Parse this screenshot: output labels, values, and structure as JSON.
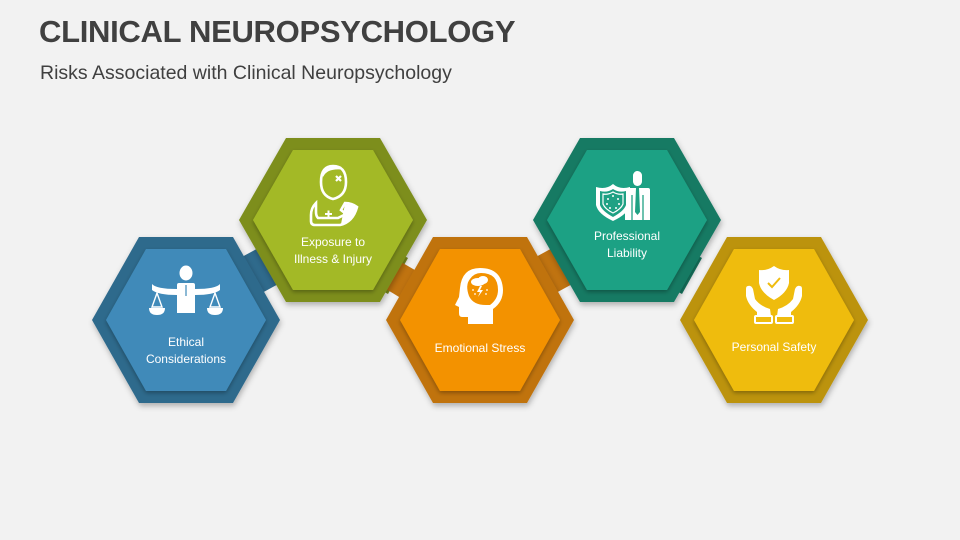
{
  "header": {
    "title": "CLINICAL NEUROPSYCHOLOGY",
    "subtitle": "Risks Associated with Clinical Neuropsychology"
  },
  "items": [
    {
      "label_line1": "Ethical",
      "label_line2": "Considerations",
      "icon": "balance-scale-person-icon",
      "fill": "#3f8ab9",
      "border": "#2f6a8c"
    },
    {
      "label_line1": "Exposure to",
      "label_line2": "Illness & Injury",
      "icon": "injured-person-icon",
      "fill": "#a3b927",
      "border": "#7d8e1e"
    },
    {
      "label_line1": "Emotional Stress",
      "label_line2": "",
      "icon": "stressed-head-icon",
      "fill": "#f39200",
      "border": "#c07310"
    },
    {
      "label_line1": "Professional",
      "label_line2": "Liability",
      "icon": "shield-businessman-icon",
      "fill": "#1fa184",
      "border": "#177a63"
    },
    {
      "label_line1": "Personal Safety",
      "label_line2": "",
      "icon": "hands-shield-icon",
      "fill": "#efbc0f",
      "border": "#bc930c"
    }
  ]
}
